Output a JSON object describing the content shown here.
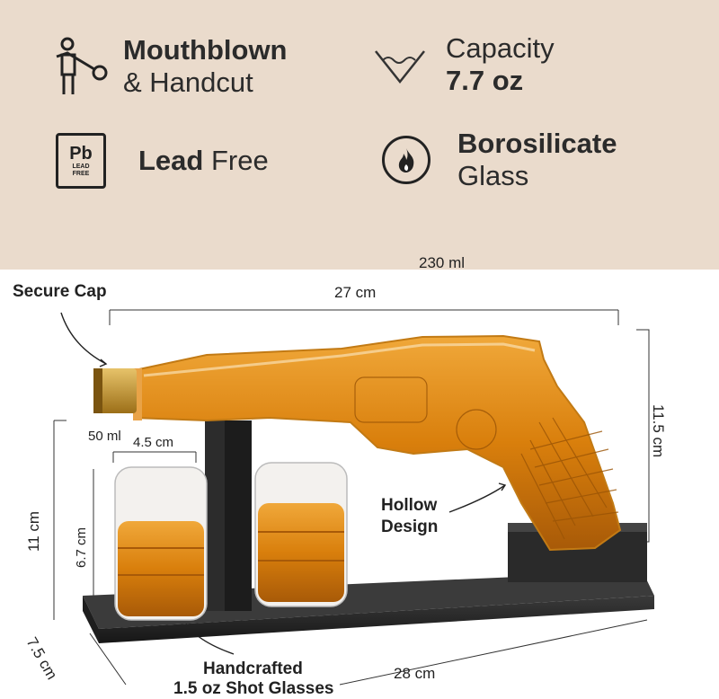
{
  "features": {
    "mouthblown": {
      "bold": "Mouthblown",
      "rest": "& Handcut",
      "icon": "glassblower-icon"
    },
    "capacity": {
      "line1": "Capacity",
      "line2": "7.7 oz",
      "icon": "cup-icon"
    },
    "lead_free": {
      "bold": "Lead",
      "rest": " Free",
      "badge_top": "Pb",
      "badge_bottom": "LEAD FREE",
      "icon": "lead-free-icon"
    },
    "borosilicate": {
      "bold": "Borosilicate",
      "rest": "Glass",
      "icon": "flame-icon"
    }
  },
  "dimensions": {
    "decanter_volume": "230 ml",
    "decanter_length": "27 cm",
    "decanter_height": "11.5 cm",
    "glass_volume": "50 ml",
    "glass_diameter": "4.5 cm",
    "glass_height": "6.7 cm",
    "stand_height": "11 cm",
    "base_depth": "7.5 cm",
    "base_length": "28 cm"
  },
  "callouts": {
    "secure_cap": "Secure Cap",
    "hollow_line1": "Hollow",
    "hollow_line2": "Design",
    "glasses_line1": "Handcrafted",
    "glasses_line2": "1.5 oz Shot Glasses"
  },
  "colors": {
    "band": "#eadbcc",
    "whiskey": "#d9870f",
    "wood": "#2a2a2a",
    "cap": "#c99a2a"
  }
}
